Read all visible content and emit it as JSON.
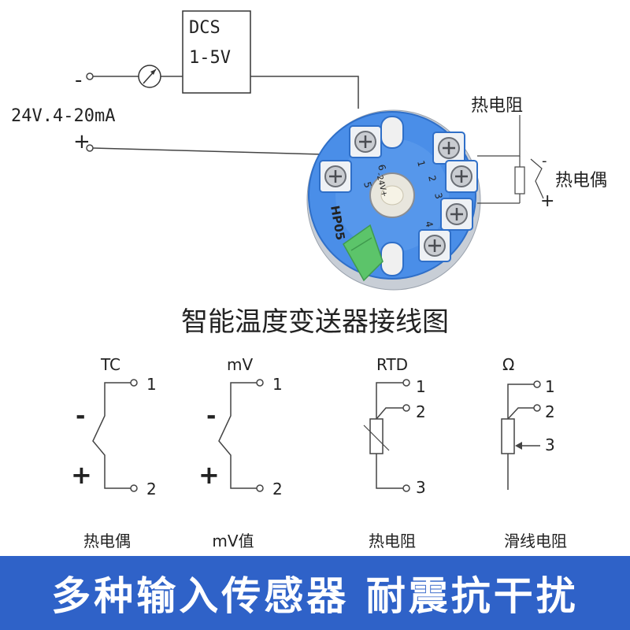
{
  "top": {
    "dcs_line1": "DCS",
    "dcs_line2": "1-5V",
    "minus_sign": "-",
    "plus_sign": "+",
    "supply_label": "24V.4-20mA",
    "rtd_label": "热电阻",
    "tc_label": "热电偶",
    "tc_minus": "-",
    "tc_plus": "+"
  },
  "device": {
    "model": "HP05",
    "terminal_1": "1",
    "terminal_2": "2",
    "terminal_3": "3",
    "terminal_4": "4",
    "terminal_5": "5",
    "terminal_6": "6",
    "supply_marks": "-24V+",
    "body_color": "#4a8ee8",
    "connector_color": "#5cc46a"
  },
  "diagram_title": "智能温度变送器接线图",
  "sensors": [
    {
      "type_label": "TC",
      "minus": "-",
      "plus": "+",
      "pin1": "1",
      "pin2": "2",
      "caption": "热电偶"
    },
    {
      "type_label": "mV",
      "minus": "-",
      "plus": "+",
      "pin1": "1",
      "pin2": "2",
      "caption": "mV值"
    },
    {
      "type_label": "RTD",
      "pin1": "1",
      "pin2": "2",
      "pin3": "3",
      "caption": "热电阻"
    },
    {
      "type_label": "Ω",
      "pin1": "1",
      "pin2": "2",
      "pin3": "3",
      "caption": "滑线电阻"
    }
  ],
  "banner": {
    "text": "多种输入传感器  耐震抗干扰",
    "color": "#2f62c8"
  }
}
